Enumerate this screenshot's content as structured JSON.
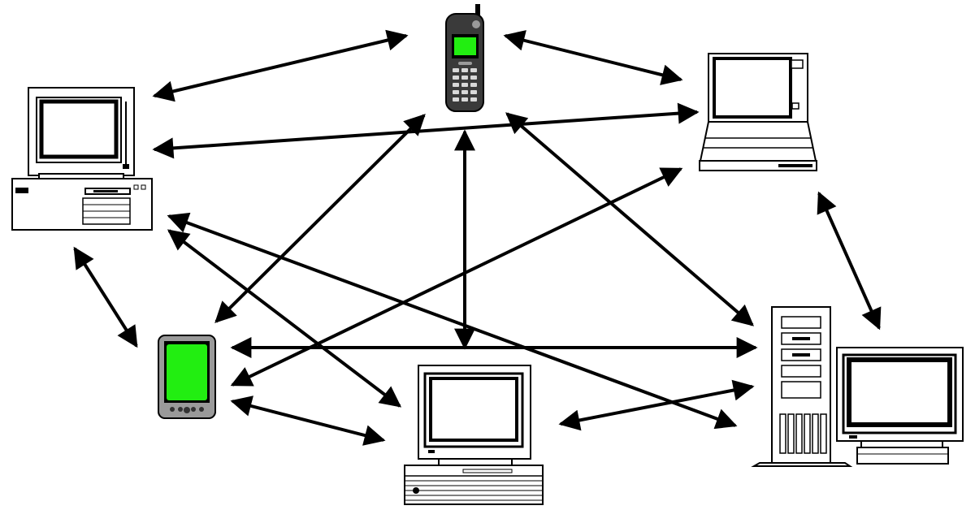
{
  "diagram": {
    "type": "network",
    "nodes": [
      {
        "id": "desktop-left",
        "kind": "desktop-computer",
        "icon": "desktop-computer-icon"
      },
      {
        "id": "mobile-phone",
        "kind": "mobile-phone",
        "icon": "mobile-phone-icon"
      },
      {
        "id": "laptop",
        "kind": "laptop-computer",
        "icon": "laptop-icon"
      },
      {
        "id": "pda",
        "kind": "handheld-pda",
        "icon": "pda-icon"
      },
      {
        "id": "mac-desktop",
        "kind": "desktop-computer",
        "icon": "mac-desktop-icon"
      },
      {
        "id": "tower-workstation",
        "kind": "tower-workstation",
        "icon": "tower-workstation-icon"
      }
    ],
    "edges": [
      {
        "from": "desktop-left",
        "to": "mobile-phone",
        "direction": "both"
      },
      {
        "from": "mobile-phone",
        "to": "laptop",
        "direction": "both"
      },
      {
        "from": "desktop-left",
        "to": "laptop",
        "direction": "both"
      },
      {
        "from": "desktop-left",
        "to": "pda",
        "direction": "both"
      },
      {
        "from": "desktop-left",
        "to": "mac-desktop",
        "direction": "both"
      },
      {
        "from": "desktop-left",
        "to": "tower-workstation",
        "direction": "both"
      },
      {
        "from": "mobile-phone",
        "to": "pda",
        "direction": "both"
      },
      {
        "from": "mobile-phone",
        "to": "mac-desktop",
        "direction": "both"
      },
      {
        "from": "mobile-phone",
        "to": "tower-workstation",
        "direction": "both"
      },
      {
        "from": "laptop",
        "to": "pda",
        "direction": "both"
      },
      {
        "from": "laptop",
        "to": "tower-workstation",
        "direction": "both"
      },
      {
        "from": "pda",
        "to": "tower-workstation",
        "direction": "both"
      },
      {
        "from": "pda",
        "to": "mac-desktop",
        "direction": "both"
      },
      {
        "from": "mac-desktop",
        "to": "tower-workstation",
        "direction": "both"
      }
    ]
  },
  "colors": {
    "screen_green": "#22ee11",
    "outline": "#000000",
    "device_fill": "#ffffff",
    "device_gray": "#9a9a9a",
    "device_dark": "#3a3a3a"
  }
}
